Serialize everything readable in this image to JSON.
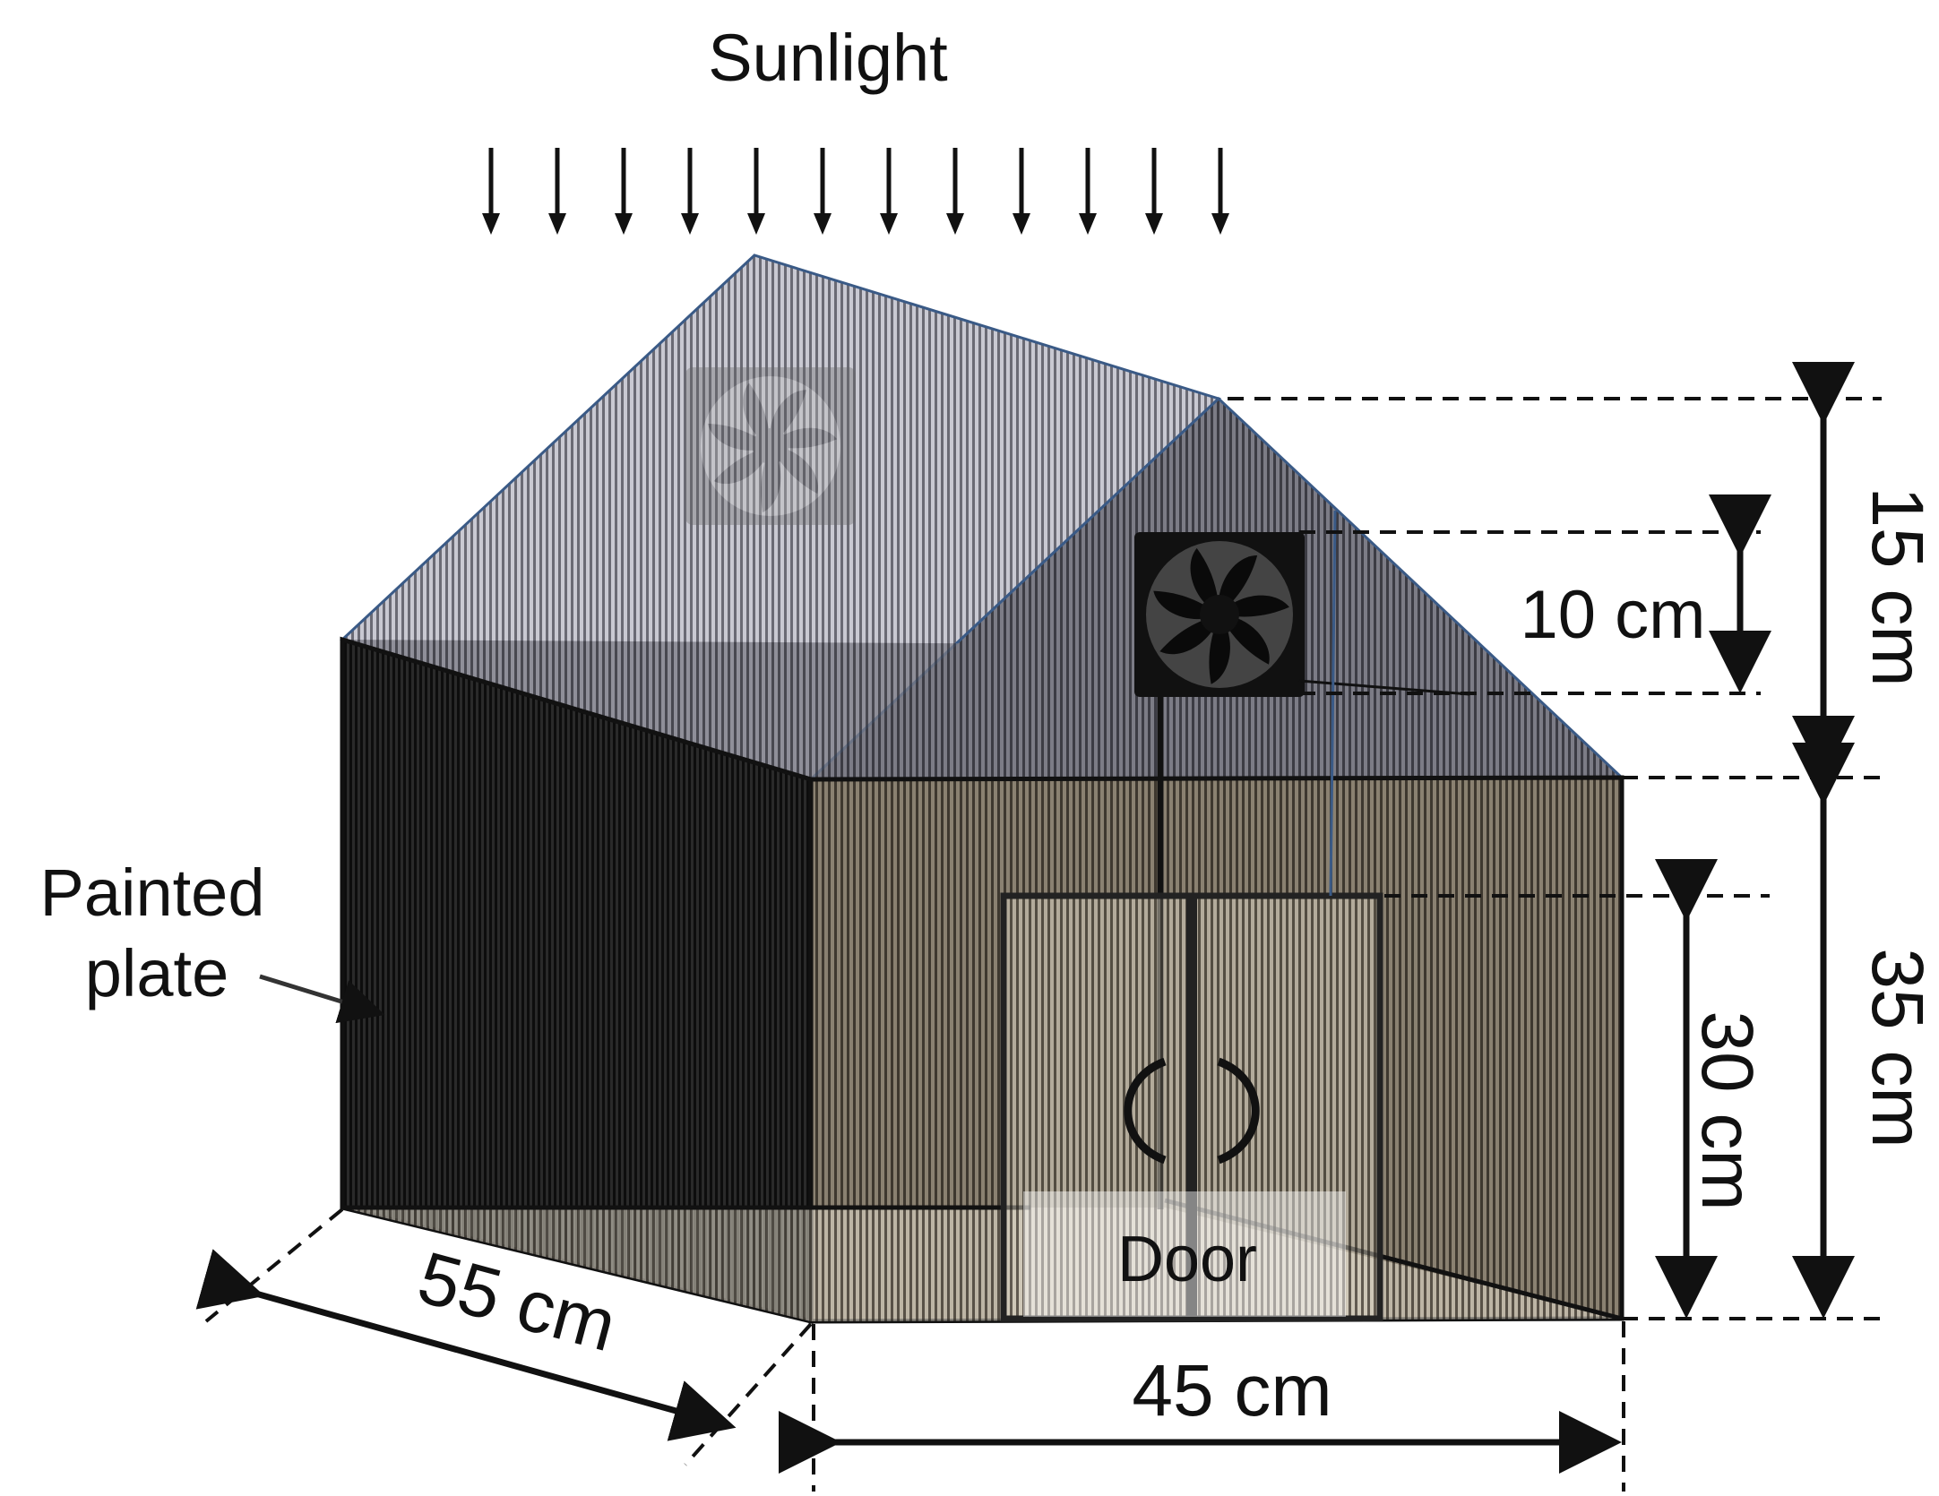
{
  "labels": {
    "sunlight": "Sunlight",
    "painted_plate_line1": "Painted",
    "painted_plate_line2": "plate",
    "door": "Door"
  },
  "dimensions": {
    "roof_height": "15 cm",
    "fan_size": "10 cm",
    "wall_height": "35 cm",
    "door_height": "30 cm",
    "depth": "55 cm",
    "width": "45 cm"
  },
  "colors": {
    "stripe_dark": "#1a1a1a",
    "stripe_mid": "#5a5246",
    "stripe_light": "#8b8273",
    "roof_blue": "#3a5a86",
    "door_panel": "#d9d2c3"
  },
  "icons": [
    "down-arrow-icon",
    "fan-icon",
    "door-handle-icon"
  ]
}
